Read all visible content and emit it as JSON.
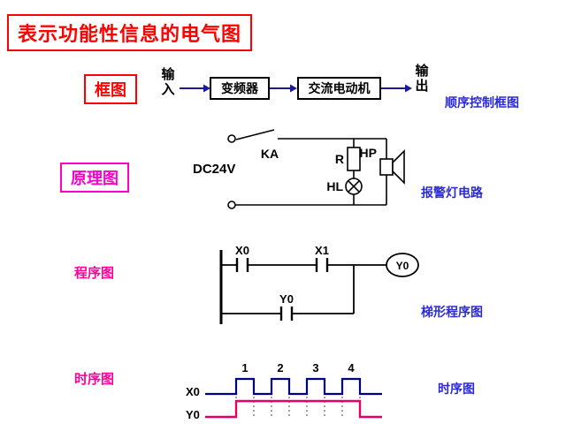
{
  "title": "表示功能性信息的电气图",
  "block": {
    "label": "框图",
    "input_label": "输入",
    "box1": "变频器",
    "box2": "交流电动机",
    "output_label": "输出",
    "caption": "顺序控制框图"
  },
  "schematic": {
    "label": "原理图",
    "supply": "DC24V",
    "relay": "KA",
    "resistor": "R",
    "speaker": "HP",
    "lamp": "HL",
    "caption": "报警灯电路"
  },
  "ladder": {
    "label": "程序图",
    "contact1": "X0",
    "contact2": "X1",
    "coil": "Y0",
    "contact3": "Y0",
    "caption": "梯形程序图"
  },
  "timing": {
    "label": "时序图",
    "numbers": [
      "1",
      "2",
      "3",
      "4"
    ],
    "signal1": "X0",
    "signal2": "Y0",
    "caption": "时序图"
  },
  "colors": {
    "title_red": "#ff0000",
    "magenta_box": "#ff00cc",
    "magenta_label": "#ff0099",
    "caption_blue": "#2b2bd5",
    "arrow_navy": "#1a1a99",
    "waveform_x0": "#000080",
    "waveform_y0": "#e60066"
  }
}
